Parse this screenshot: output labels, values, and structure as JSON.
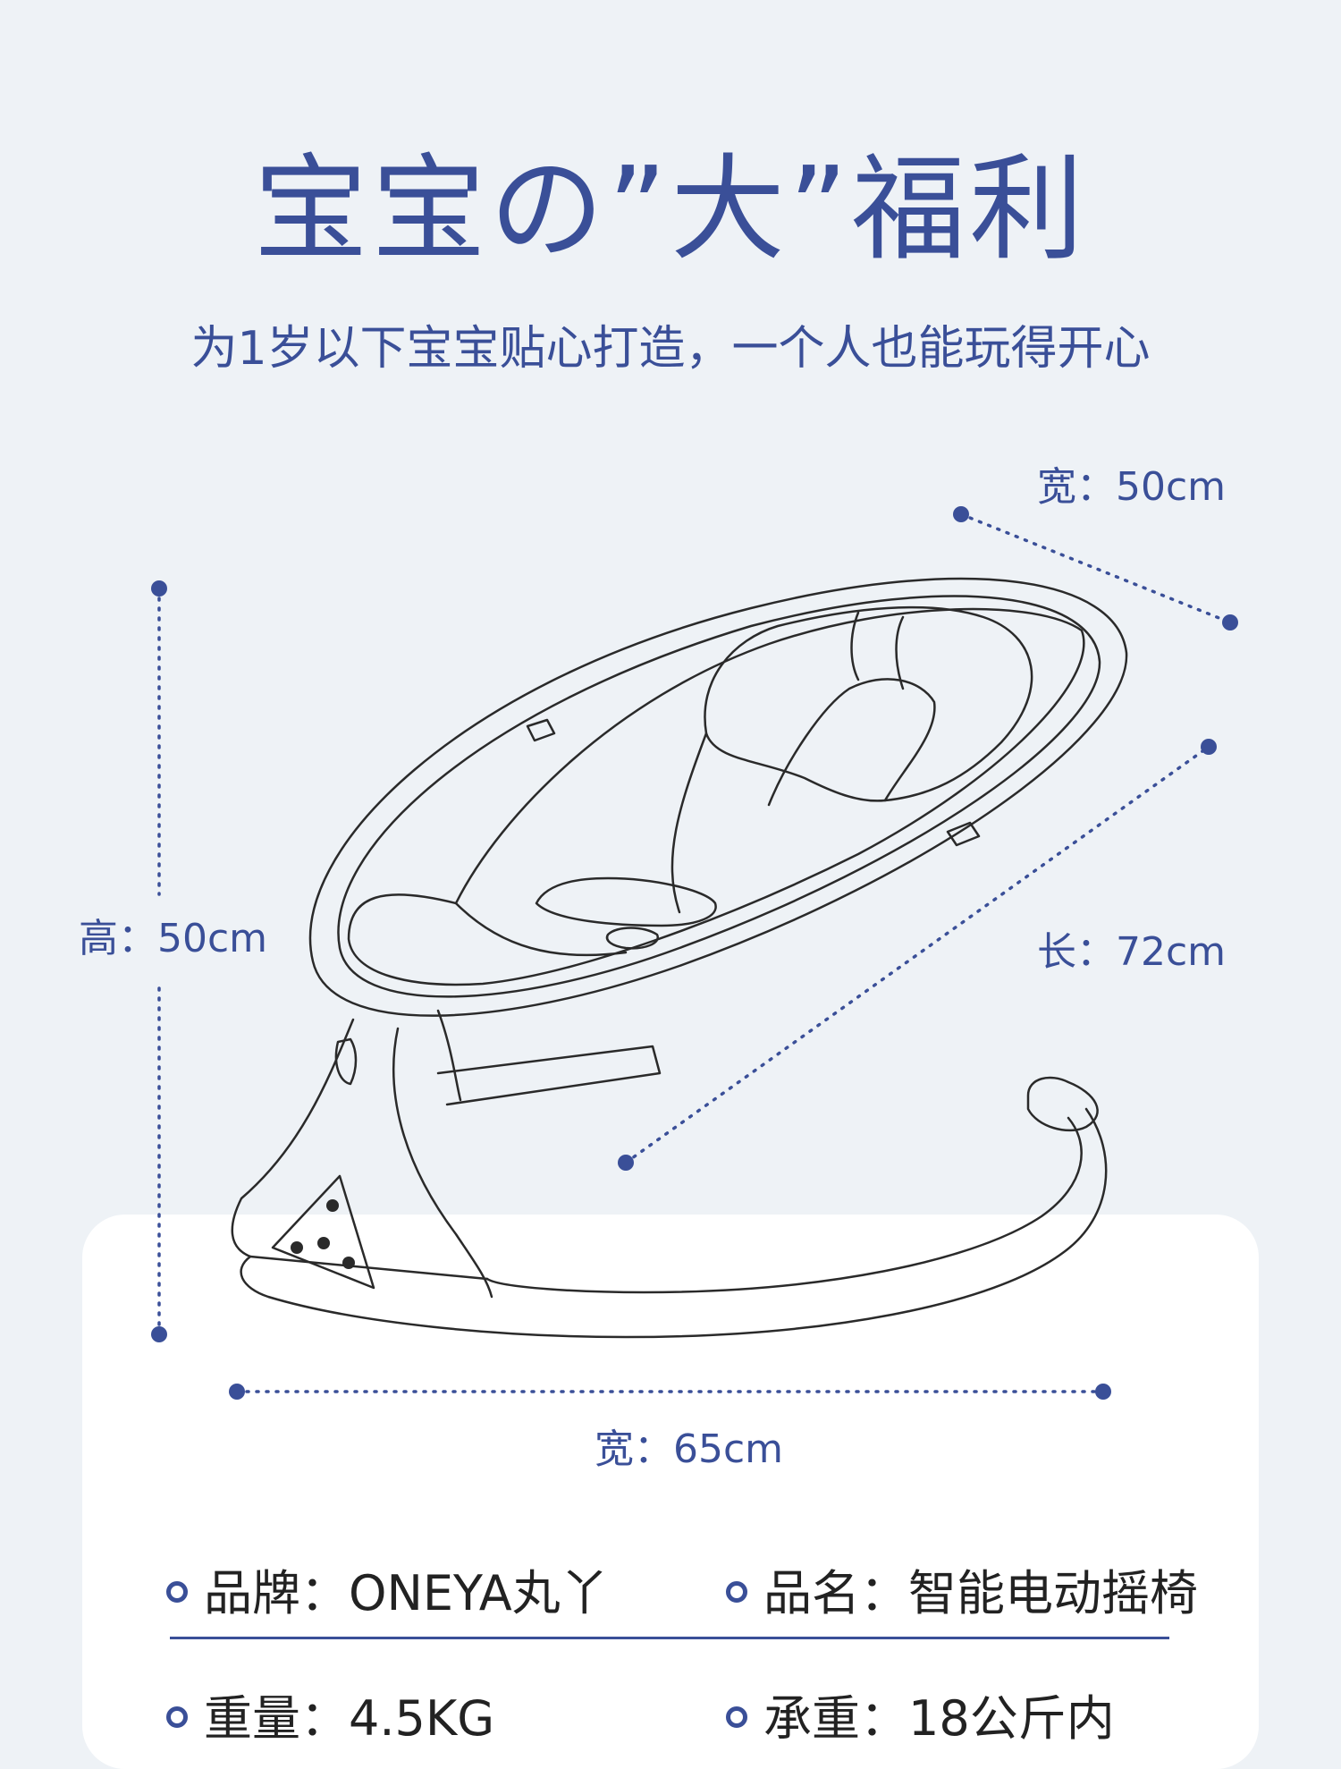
{
  "header": {
    "title": "宝宝の”大”福利",
    "subtitle": "为1岁以下宝宝贴心打造，一个人也能玩得开心"
  },
  "dimensions": {
    "width_top": "宽：50cm",
    "height": "高：50cm",
    "length": "长：72cm",
    "width_bottom": "宽：65cm"
  },
  "specs": [
    {
      "label": "品牌：",
      "value": "ONEYA丸丫"
    },
    {
      "label": "品名：",
      "value": "智能电动摇椅"
    },
    {
      "label": "重量：",
      "value": "4.5KG"
    },
    {
      "label": "承重：",
      "value": "18公斤内"
    }
  ],
  "colors": {
    "accent": "#3a4f98",
    "background": "#eef2f6",
    "card": "#ffffff"
  }
}
